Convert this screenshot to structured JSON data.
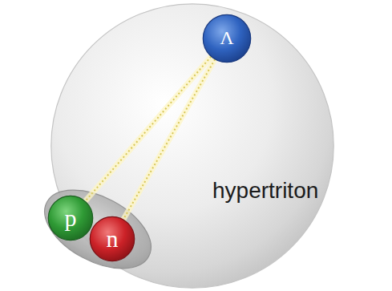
{
  "diagram": {
    "nodes": [
      {
        "text": [
          "hypertriton"
        ]
      },
      {
        "text": [
          "Λ"
        ],
        "in": 0
      },
      {
        "text": [
          "p"
        ],
        "in": 0
      },
      {
        "text": [
          "n"
        ],
        "in": 0
      }
    ],
    "edges": [
      {
        "from": 1,
        "to": 2,
        "arrow": "none"
      },
      {
        "from": 1,
        "to": 3,
        "arrow": "none"
      }
    ]
  }
}
